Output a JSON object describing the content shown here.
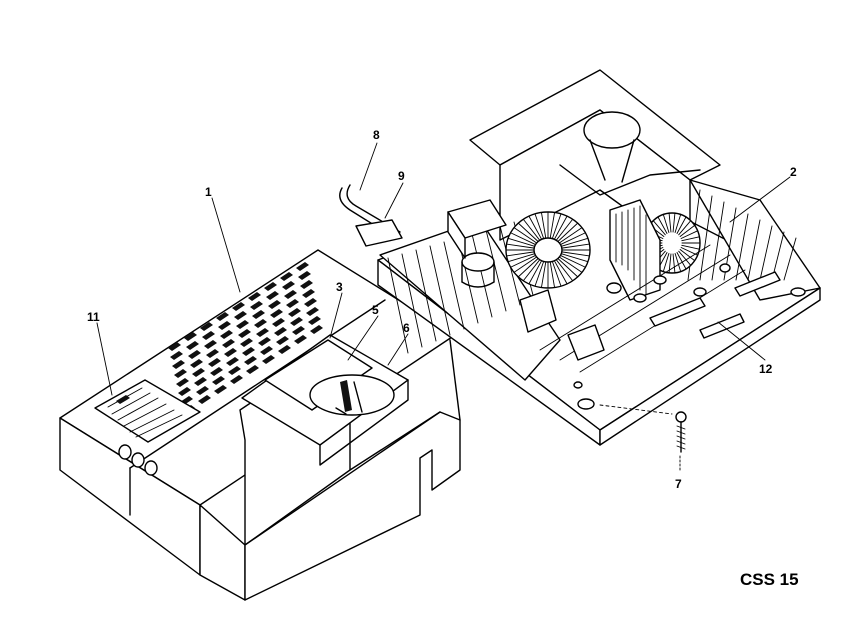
{
  "figure": {
    "title": "CSS 15"
  },
  "callouts": [
    {
      "id": "1",
      "label": "1"
    },
    {
      "id": "2",
      "label": "2"
    },
    {
      "id": "3",
      "label": "3"
    },
    {
      "id": "5",
      "label": "5"
    },
    {
      "id": "6",
      "label": "6"
    },
    {
      "id": "7",
      "label": "7"
    },
    {
      "id": "8",
      "label": "8"
    },
    {
      "id": "9",
      "label": "9"
    },
    {
      "id": "11",
      "label": "11"
    },
    {
      "id": "12",
      "label": "12"
    }
  ],
  "colors": {
    "ink": "#000000",
    "paper": "#ffffff"
  }
}
